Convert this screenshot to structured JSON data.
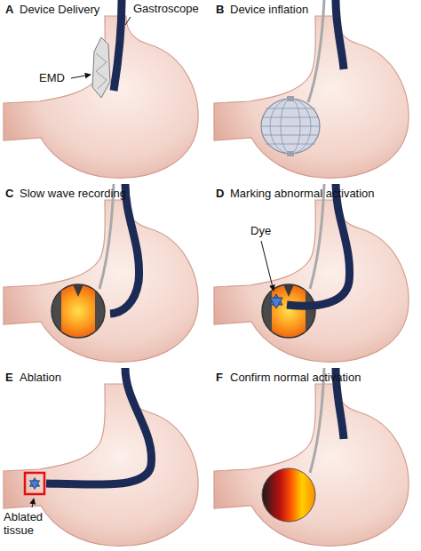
{
  "diagram": {
    "labels": [
      "A",
      "Device Delivery",
      "Gastroscope",
      "EMD",
      "B",
      "Device inflation",
      "C",
      "Slow wave recording",
      "D",
      "Marking abnormal activation",
      "Dye",
      "E",
      "Ablation",
      "Ablated tissue",
      "F",
      "Confirm normal activation"
    ]
  }
}
